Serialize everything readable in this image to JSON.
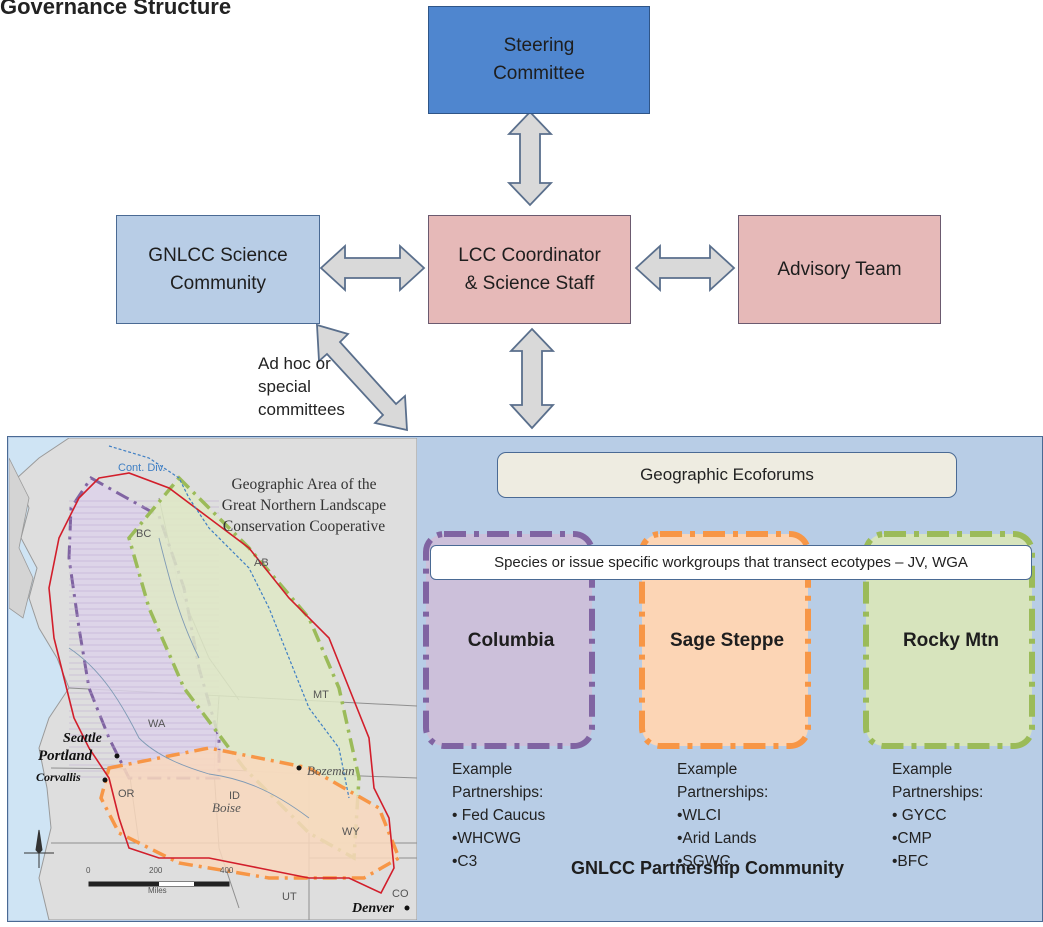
{
  "title": "Governance Structure",
  "boxes": {
    "steering": "Steering\nCommittee",
    "science_community": "GNLCC Science\nCommunity",
    "coordinator": "LCC Coordinator\n& Science Staff",
    "advisory": "Advisory Team"
  },
  "adhoc_label": "Ad hoc or\nspecial\ncommittees",
  "map": {
    "title": "Geographic Area of the\nGreat Northern Landscape\nConservation Cooperative",
    "cont_div": "Cont. Div.",
    "regions": [
      "BC",
      "AB",
      "WA",
      "MT",
      "OR",
      "ID",
      "WY",
      "UT",
      "CO"
    ],
    "cities": {
      "seattle": "Seattle",
      "portland": "Portland",
      "corvallis": "Corvallis",
      "boise": "Boise",
      "bozeman": "Bozeman",
      "denver": "Denver"
    },
    "scale": {
      "ticks": [
        "0",
        "200",
        "400"
      ],
      "unit": "Miles"
    }
  },
  "ecoforums_label": "Geographic Ecoforums",
  "workgroups_label": "Species or issue specific workgroups that transect ecotypes – JV, WGA",
  "ecoregions": [
    {
      "name": "Columbia",
      "fill": "#ccc0da",
      "border": "#8064a2",
      "partners_heading": "Example\nPartnerships:",
      "partners": [
        "• Fed Caucus",
        "•WHCWG",
        "•C3"
      ]
    },
    {
      "name": "Sage Steppe",
      "fill": "#fcd5b5",
      "border": "#f79646",
      "partners_heading": "Example\nPartnerships:",
      "partners": [
        "•WLCI",
        "•Arid Lands",
        "•SGWC"
      ]
    },
    {
      "name": "Rocky Mtn",
      "fill": "#d7e4bd",
      "border": "#9bbb59",
      "partners_heading": "Example\nPartnerships:",
      "partners": [
        "• GYCC",
        "•CMP",
        "•BFC"
      ]
    }
  ],
  "footer_label": "GNLCC Partnership Community",
  "colors": {
    "steering": "#4f86cf",
    "science": "#b8cde6",
    "staff": "#e6b9b8",
    "panel": "#b8cde6",
    "arrow_fill": "#d9d9d9",
    "arrow_stroke": "#5a6f8c"
  }
}
